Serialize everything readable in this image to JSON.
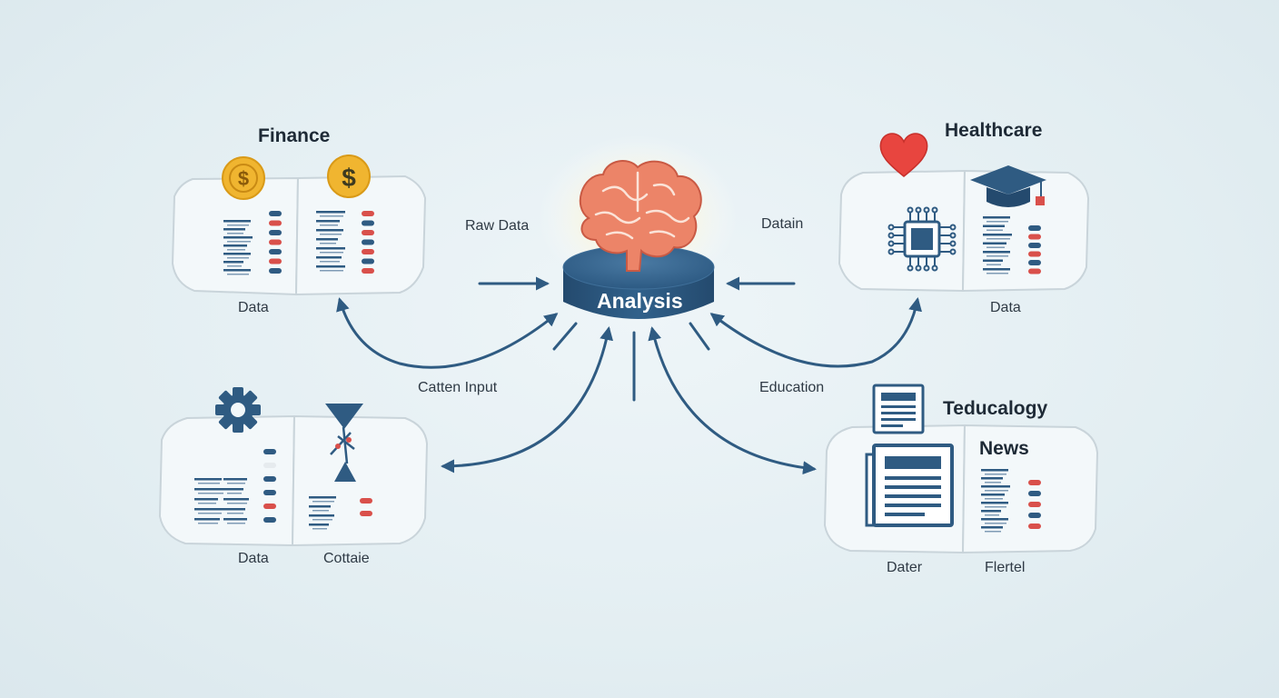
{
  "colors": {
    "navy": "#2f5b82",
    "red": "#d9504b",
    "gold": "#f0b530",
    "brain": "#ec8468",
    "panel_stroke": "#c9d4da",
    "text": "#2f3a45"
  },
  "center": {
    "label": "Analysis",
    "icon": "brain-icon"
  },
  "flow_labels": {
    "top_left": "Raw Data",
    "top_right": "Datain",
    "mid_left": "Catten Input",
    "mid_right": "Education"
  },
  "panels": {
    "finance": {
      "title": "Finance",
      "left_caption": "Data",
      "icons": [
        "coin-icon",
        "dollar-coin-icon"
      ]
    },
    "healthcare": {
      "title": "Healthcare",
      "right_caption": "Data",
      "icons": [
        "heart-icon",
        "chip-icon",
        "graduation-cap-icon"
      ]
    },
    "gear": {
      "left_caption": "Data",
      "right_caption": "Cottaie",
      "icons": [
        "gear-icon",
        "hourglass-icon"
      ]
    },
    "news": {
      "title_1": "Teducalogy",
      "title_2": "News",
      "left_caption": "Dater",
      "right_caption": "Flertel",
      "icons": [
        "newspaper-icon",
        "newspaper-small-icon"
      ]
    }
  }
}
